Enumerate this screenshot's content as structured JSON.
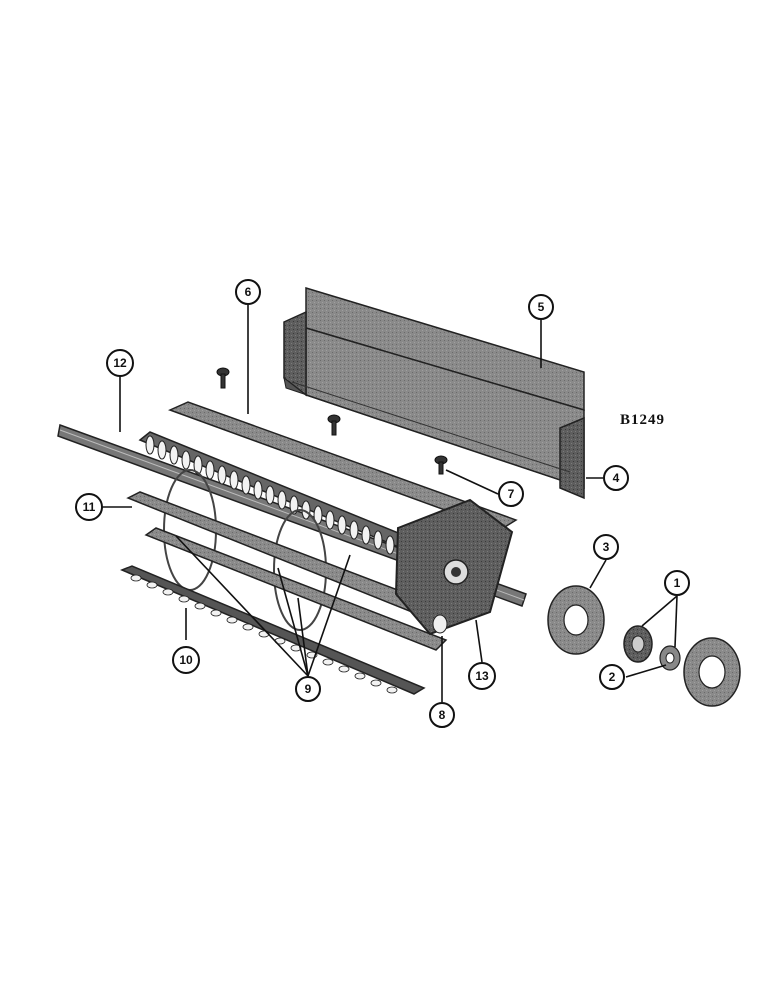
{
  "drawing_ref": "B1249",
  "callouts": {
    "c1": "1",
    "c2": "2",
    "c3": "3",
    "c4": "4",
    "c5": "5",
    "c6": "6",
    "c7": "7",
    "c8": "8",
    "c9": "9",
    "c10": "10",
    "c11": "11",
    "c12": "12",
    "c13": "13"
  }
}
